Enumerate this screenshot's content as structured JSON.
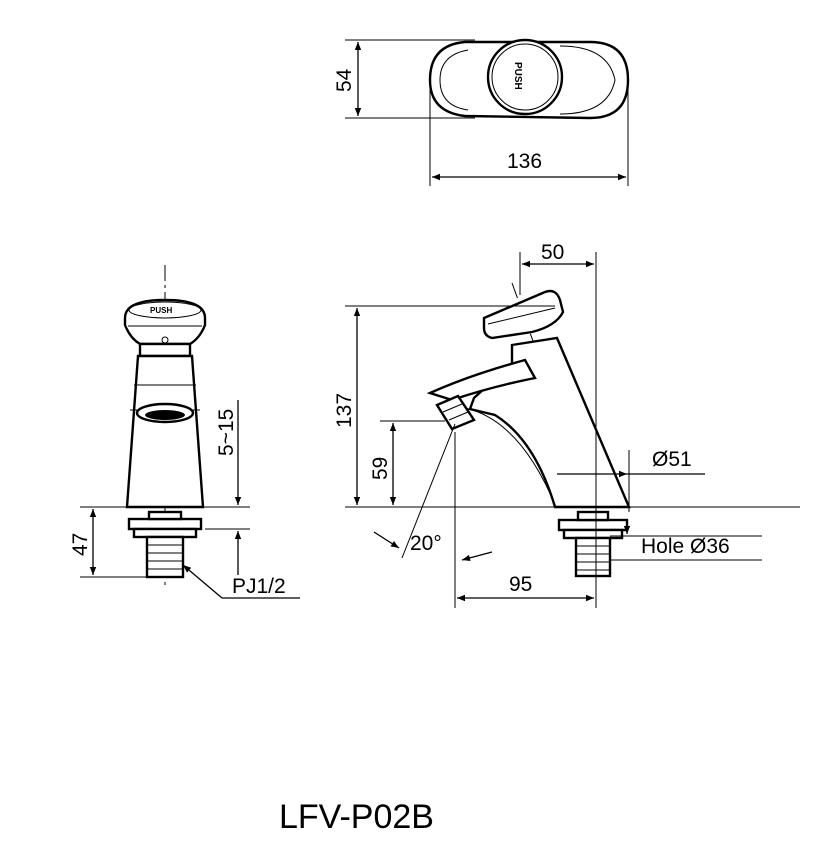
{
  "top_view": {
    "depth": "54",
    "length": "136",
    "button_text": "PUSH"
  },
  "front_view": {
    "range": "5~15",
    "base": "47",
    "thread": "PJ1/2",
    "button_text": "PUSH"
  },
  "side_view": {
    "offset": "50",
    "height": "137",
    "spout_height": "59",
    "diameter": "Ø51",
    "angle": "20°",
    "reach": "95",
    "hole": "Hole Ø36"
  },
  "model": "LFV-P02B"
}
